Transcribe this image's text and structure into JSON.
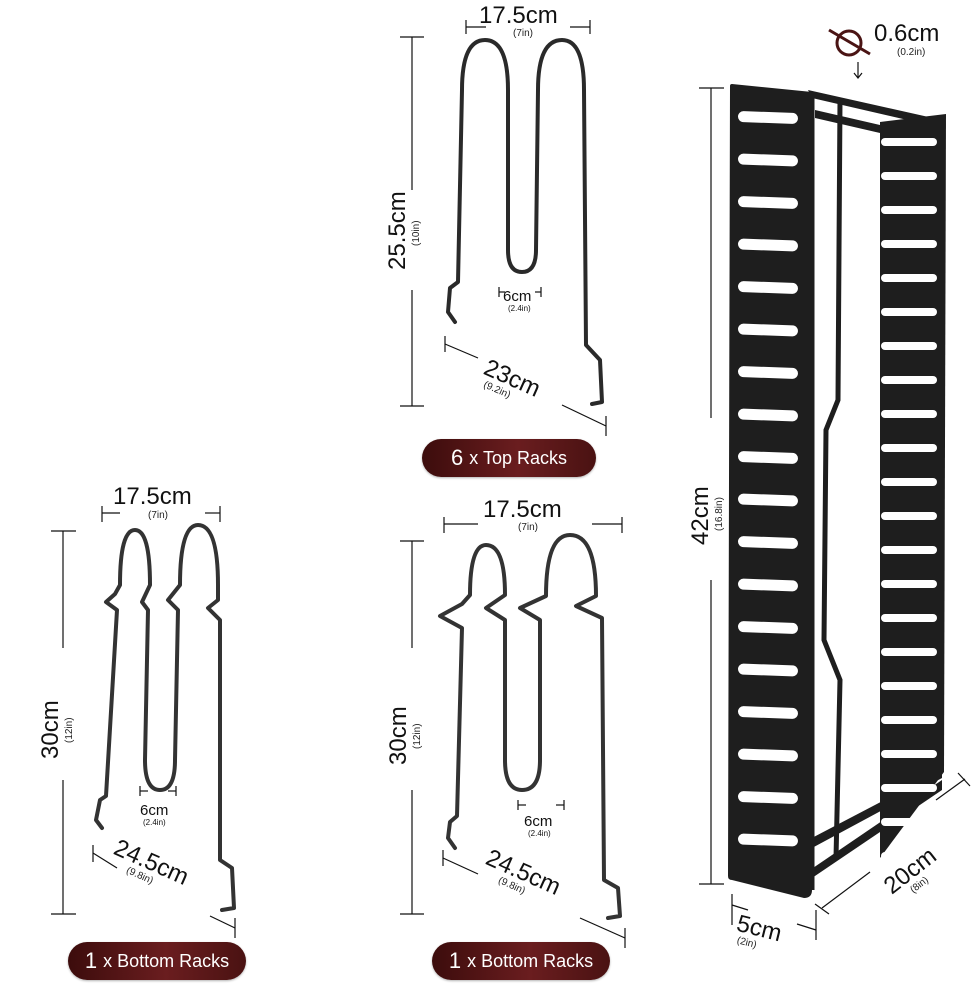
{
  "colors": {
    "badge": "#5a1719",
    "wire": "#2a2a2a",
    "rack_body": "#1e1e1e",
    "text": "#111111"
  },
  "top_rack": {
    "width": {
      "cm": "17.5cm",
      "in": "(7in)"
    },
    "height": {
      "cm": "25.5cm",
      "in": "(10in)"
    },
    "gap": {
      "cm": "6cm",
      "in": "(2.4in)"
    },
    "depth": {
      "cm": "23cm",
      "in": "(9.2in)"
    },
    "badge": {
      "qty": "6",
      "label": "x Top Racks"
    }
  },
  "bottom_rack_left": {
    "width": {
      "cm": "17.5cm",
      "in": "(7in)"
    },
    "height": {
      "cm": "30cm",
      "in": "(12in)"
    },
    "gap": {
      "cm": "6cm",
      "in": "(2.4in)"
    },
    "depth": {
      "cm": "24.5cm",
      "in": "(9.8in)"
    },
    "badge": {
      "qty": "1",
      "label": "x Bottom Racks"
    }
  },
  "bottom_rack_right": {
    "width": {
      "cm": "17.5cm",
      "in": "(7in)"
    },
    "height": {
      "cm": "30cm",
      "in": "(12in)"
    },
    "gap": {
      "cm": "6cm",
      "in": "(2.4in)"
    },
    "depth": {
      "cm": "24.5cm",
      "in": "(9.8in)"
    },
    "badge": {
      "qty": "1",
      "label": "x Bottom Racks"
    }
  },
  "organizer": {
    "wire_diameter": {
      "cm": "0.6cm",
      "in": "(0.2in)"
    },
    "height": {
      "cm": "42cm",
      "in": "(16.8in)"
    },
    "depth": {
      "cm": "20cm",
      "in": "(8in)"
    },
    "width": {
      "cm": "5cm",
      "in": "(2in)"
    }
  }
}
